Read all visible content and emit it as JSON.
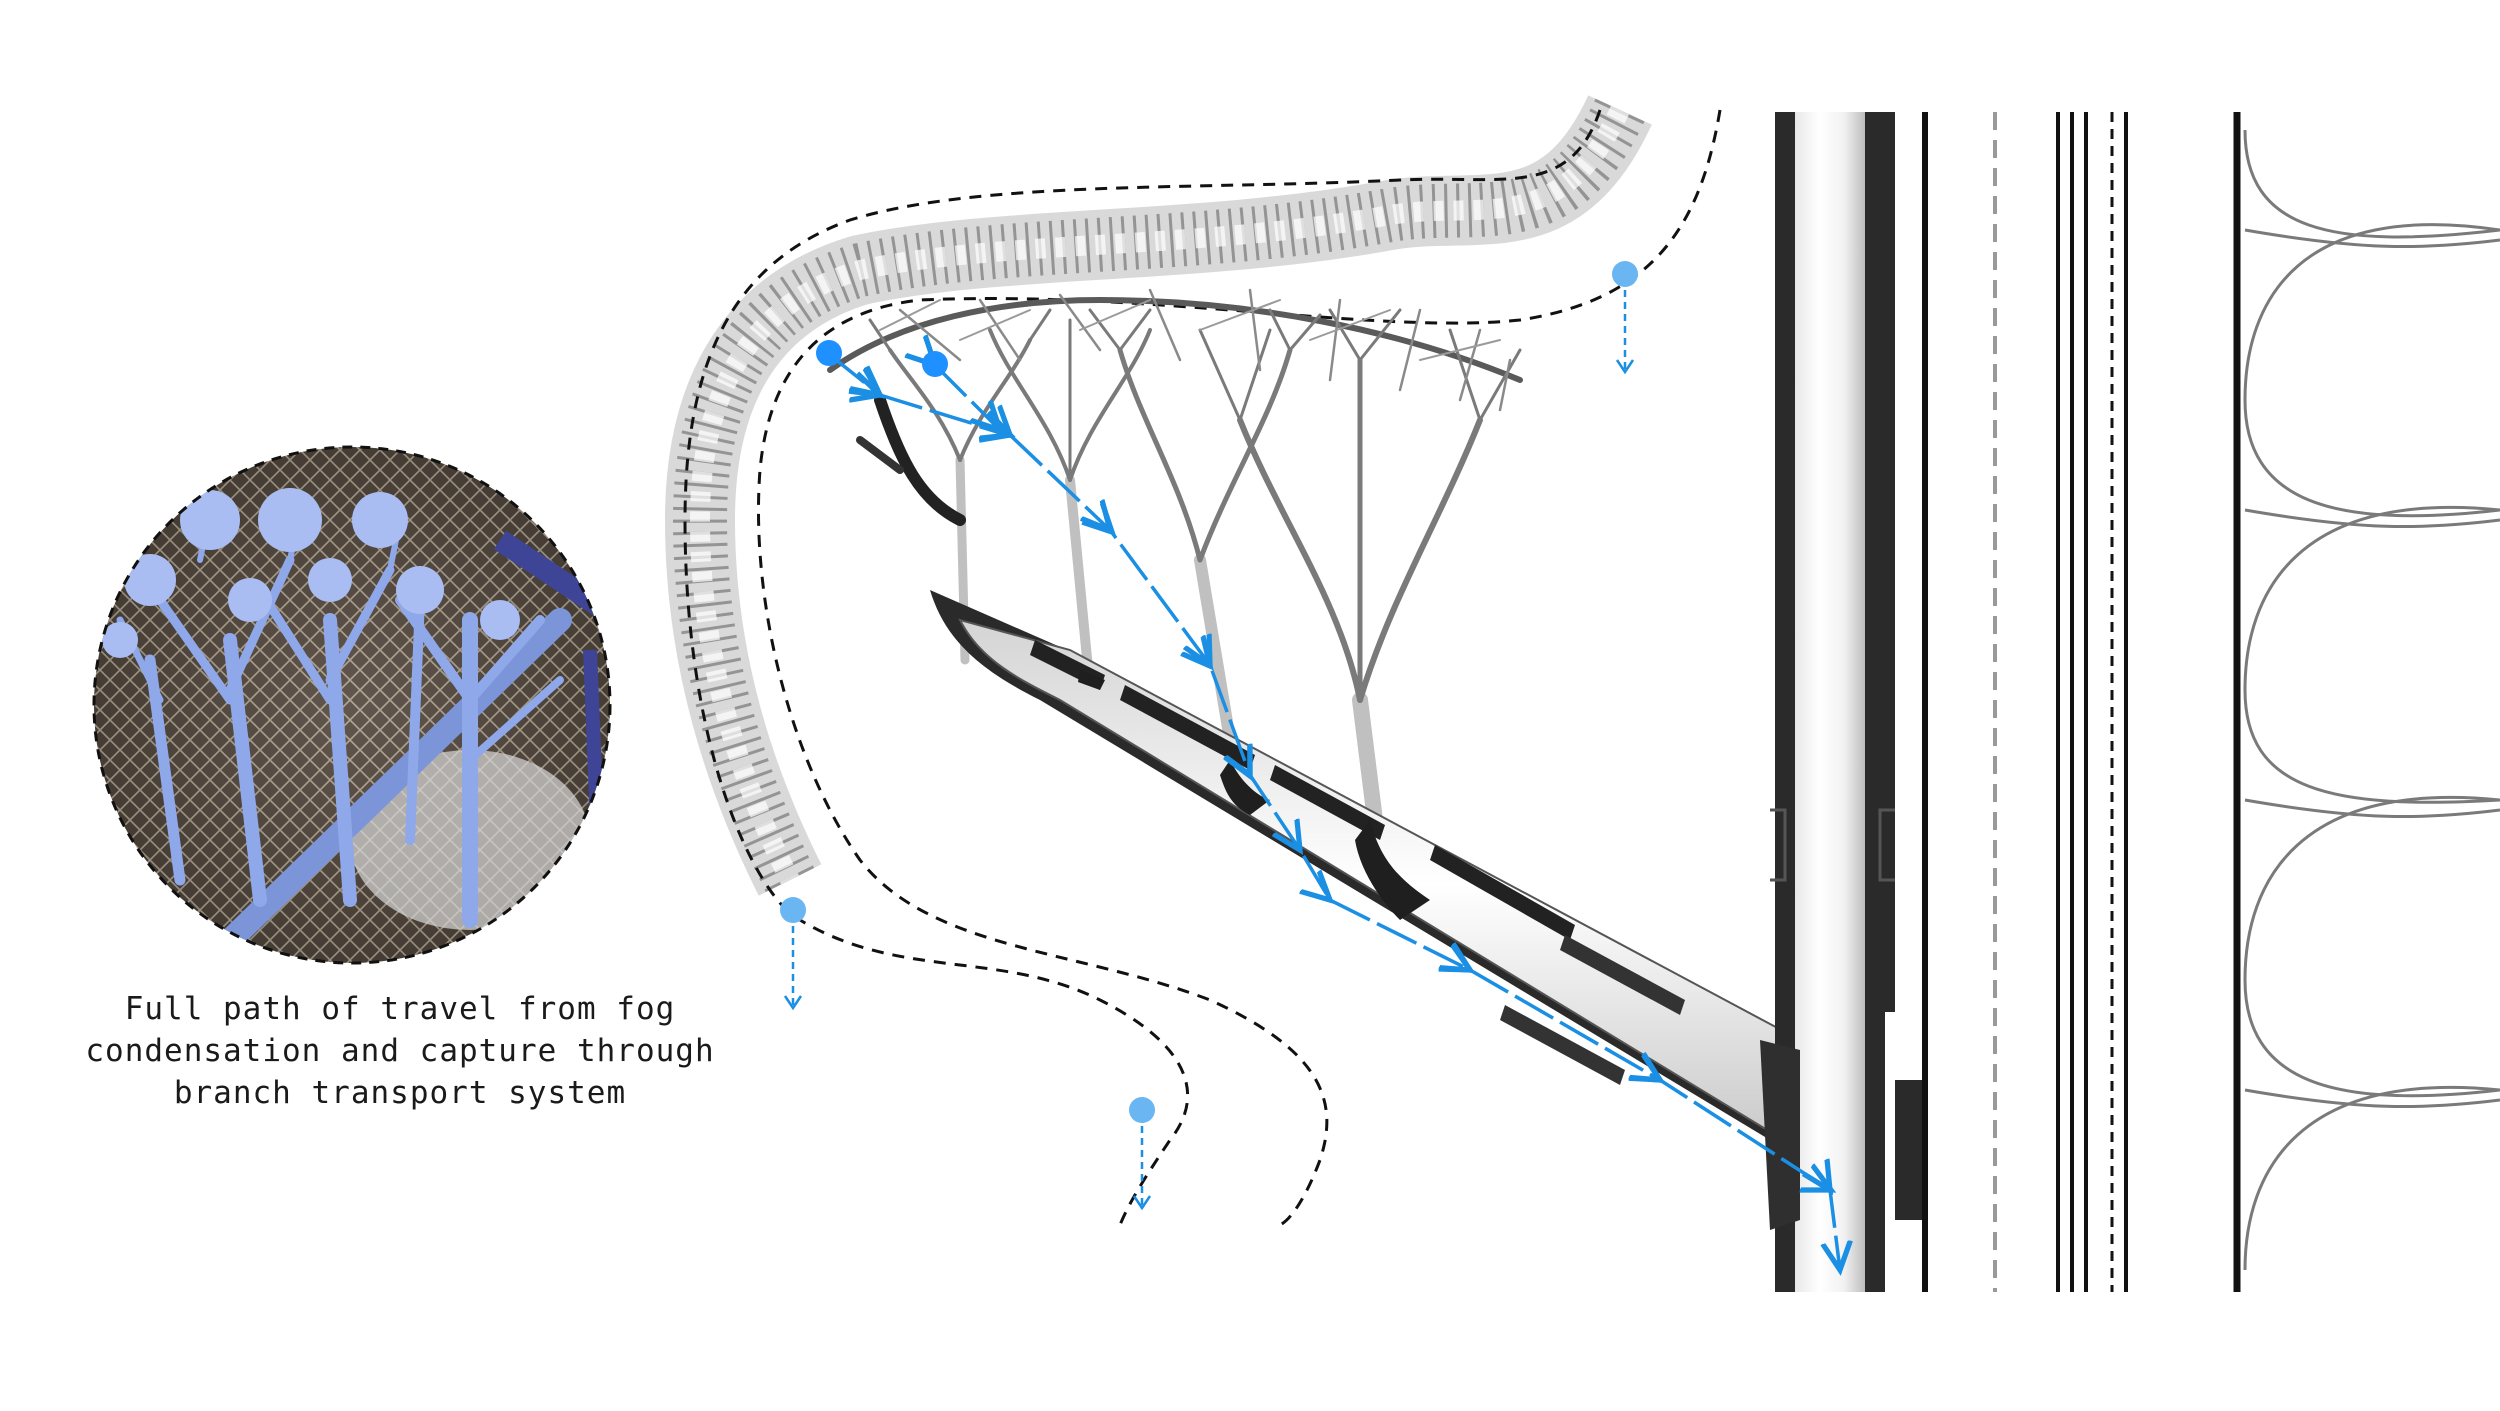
{
  "caption": {
    "lines": [
      "Full path of travel from fog",
      "condensation and capture through",
      "branch transport system"
    ]
  },
  "colors": {
    "flow": "#1a8fe3",
    "flow_dot": "#1e90ff",
    "droplet": "#5fb0f0",
    "wall_dark": "#3a3a3a",
    "mesh": "#9a9a9a",
    "branch": "#6e6e6e",
    "photo_blue": "#7f9fe0",
    "photo_dark": "#2f2a26"
  },
  "icons": {
    "flow_start": "circle-dot",
    "droplet_marker": "droplet-dot",
    "arrow": "arrow-head"
  }
}
